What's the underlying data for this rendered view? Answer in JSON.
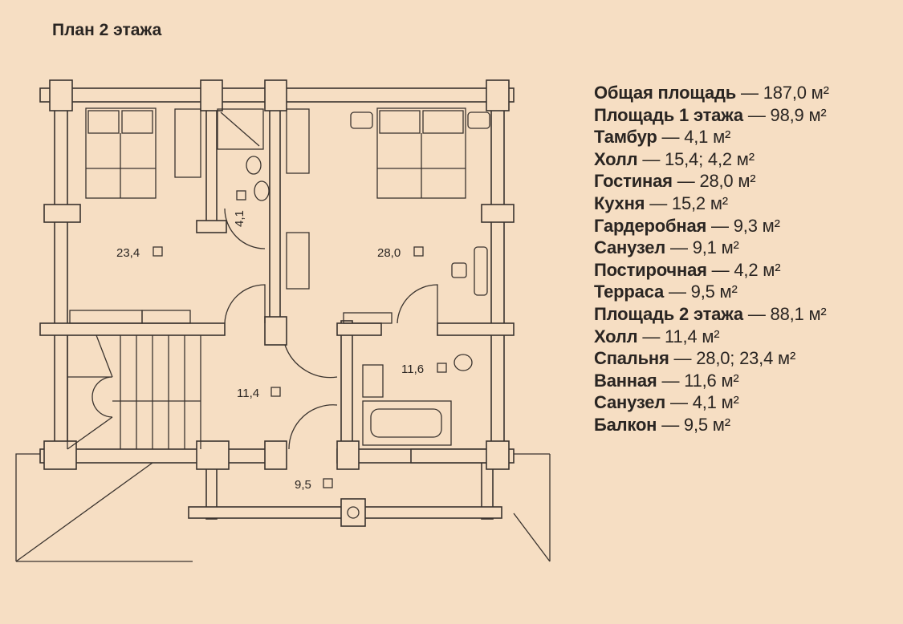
{
  "title": "План 2 этажа",
  "rooms": [
    {
      "area": "23,4"
    },
    {
      "area": "4,1"
    },
    {
      "area": "28,0"
    },
    {
      "area": "11,6"
    },
    {
      "area": "11,4"
    },
    {
      "area": "9,5"
    }
  ],
  "legend": [
    {
      "label": "Общая площадь",
      "value": " — 187,0 м²"
    },
    {
      "label": "Площадь 1 этажа",
      "value": " — 98,9 м²"
    },
    {
      "label": "Тамбур",
      "value": " — 4,1 м²"
    },
    {
      "label": "Холл",
      "value": " — 15,4; 4,2 м²"
    },
    {
      "label": "Гостиная",
      "value": " — 28,0 м²"
    },
    {
      "label": "Кухня",
      "value": " — 15,2 м²"
    },
    {
      "label": "Гардеробная",
      "value": " — 9,3 м²"
    },
    {
      "label": "Санузел",
      "value": " — 9,1 м²"
    },
    {
      "label": "Постирочная",
      "value": " — 4,2 м²"
    },
    {
      "label": "Терраса",
      "value": " — 9,5 м²"
    },
    {
      "label": "Площадь 2 этажа",
      "value": " — 88,1 м²"
    },
    {
      "label": "Холл",
      "value": " — 11,4 м²"
    },
    {
      "label": "Спальня",
      "value": " — 28,0; 23,4 м²"
    },
    {
      "label": "Ванная",
      "value": " — 11,6 м²"
    },
    {
      "label": "Санузел",
      "value": " — 4,1 м²"
    },
    {
      "label": "Балкон",
      "value": " — 9,5 м²"
    }
  ]
}
